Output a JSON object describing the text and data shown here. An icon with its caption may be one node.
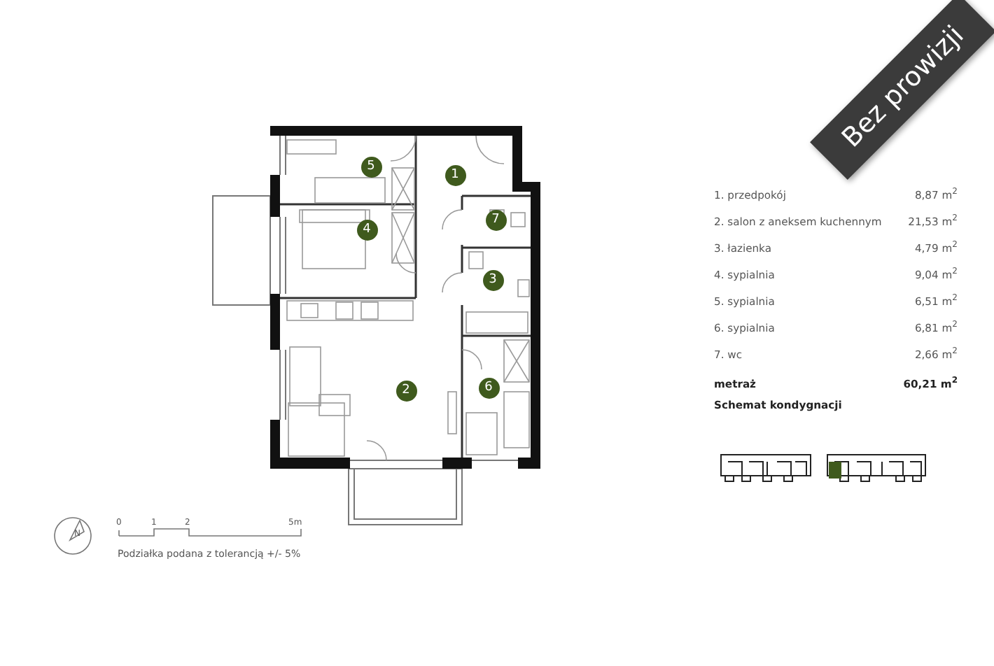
{
  "diagram": {
    "nodes": [
      {
        "text": [
          "5"
        ]
      },
      {
        "text": [
          "1"
        ]
      },
      {
        "text": [
          "7"
        ]
      },
      {
        "text": [
          "4"
        ]
      },
      {
        "text": [
          "3"
        ]
      },
      {
        "text": [
          "2"
        ]
      },
      {
        "text": [
          "6"
        ]
      }
    ],
    "labels": [
      "Bez prowizji",
      "1. przedpokój",
      "8,87 m$^{2}$",
      "2. salon z aneksem kuchennym",
      "21,53 m$^{2}$",
      "3. łazienka",
      "4,79 m$^{2}$",
      "4. sypialnia",
      "9,04 m$^{2}$",
      "5. sypialnia",
      "6,51 m$^{2}$",
      "6. sypialnia",
      "6,81 m$^{2}$",
      "7. wc",
      "2,66 m$^{2}$",
      "metraż",
      "60,21 m$^{2}$",
      "Schemat kondygnacji",
      "N",
      "0",
      "1",
      "2",
      "5m",
      "Podziałka podana z tolerancją +/- 5%"
    ]
  }
}
